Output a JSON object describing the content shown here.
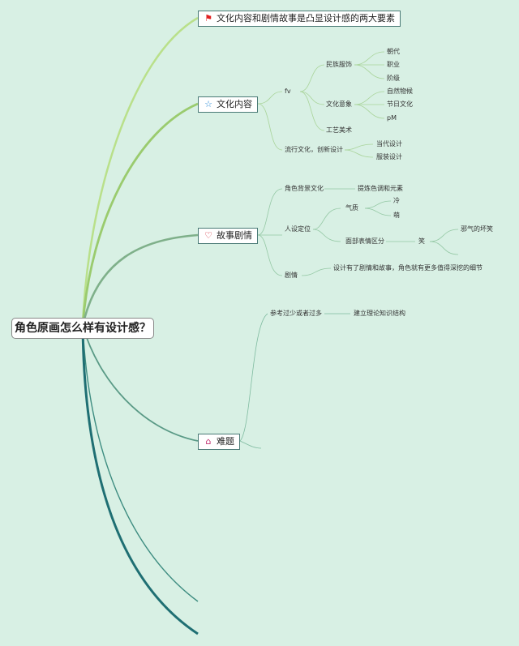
{
  "root": "角色原画怎么样有设计感？",
  "topics": {
    "summary": "文化内容和剧情故事是凸显设计感的两大要素",
    "culture": "文化内容",
    "story": "故事剧情",
    "difficulty": "难题"
  },
  "culture": {
    "fv": "fv",
    "ethnic_costume": "民族服饰",
    "dynasty": "朝代",
    "occupation": "职业",
    "class": "阶级",
    "cultural_imagery": "文化意象",
    "nature": "自然物候",
    "festival": "节日文化",
    "pm": "pM",
    "crafts": "工艺美术",
    "pop_culture": "流行文化，创新设计",
    "contemporary": "当代设计",
    "fashion": "服装设计"
  },
  "story": {
    "background": "角色背景文化",
    "refine": "提炼色调和元素",
    "persona": "人设定位",
    "temperament": "气质",
    "cold": "冷",
    "cute": "萌",
    "facial": "面部表情区分",
    "smile": "笑",
    "evil_smile": "邪气的坏笑",
    "plot": "剧情",
    "plot_detail": "设计有了剧情和故事，角色就有更多值得深挖的细节"
  },
  "difficulty": {
    "refs": "参考过少或者过多",
    "build": "建立理论知识结构"
  },
  "icons": {
    "summary": "flag-icon",
    "culture": "star-icon",
    "story": "heart-icon",
    "difficulty": "home-icon"
  },
  "colors": {
    "background": "#d8f0e4",
    "branch_light": "#a8d878",
    "branch_mid": "#9acb6e",
    "branch_green": "#7fb08a",
    "branch_teal": "#5a9a86",
    "branch_dark": "#1f6f73"
  }
}
